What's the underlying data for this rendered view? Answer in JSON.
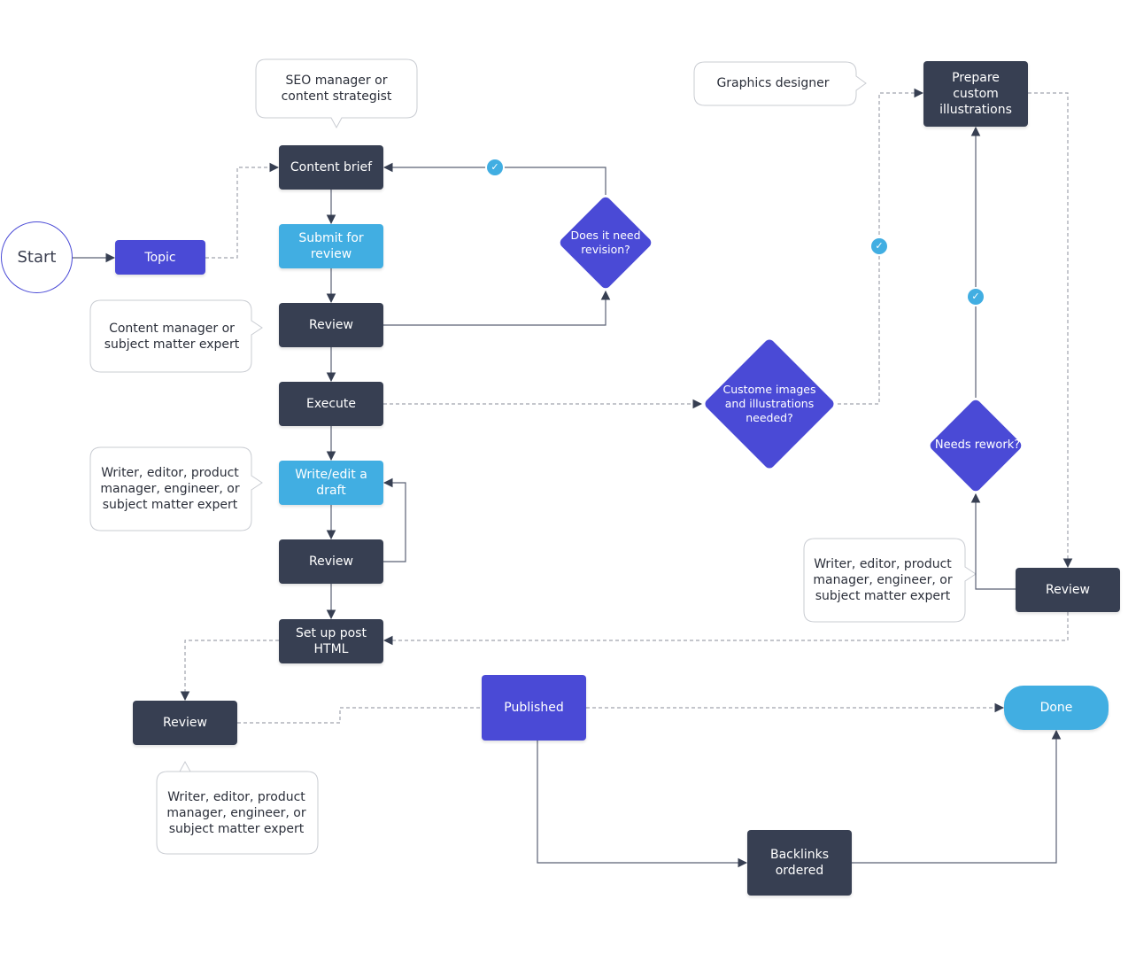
{
  "nodes": {
    "start": "Start",
    "topic": "Topic",
    "content_brief": "Content brief",
    "submit_for_review": "Submit for review",
    "review_1": "Review",
    "execute": "Execute",
    "write_edit_draft": "Write/edit a draft",
    "review_2": "Review",
    "set_up_post_html": "Set up post HTML",
    "review_3": "Review",
    "published": "Published",
    "done": "Done",
    "backlinks_ordered": "Backlinks ordered",
    "prepare_custom_illustrations": "Prepare custom illustrations",
    "review_4": "Review"
  },
  "decisions": {
    "needs_revision": "Does it need revision?",
    "custom_images_needed": "Custome images and illustrations needed?",
    "needs_rework": "Needs rework?"
  },
  "notes": {
    "seo_manager": "SEO manager or content strategist",
    "content_manager": "Content manager or subject matter expert",
    "writer_1": "Writer, editor, product manager, engineer, or subject matter expert",
    "writer_2": "Writer, editor, product manager, engineer, or subject matter expert",
    "writer_3": "Writer, editor, product manager, engineer, or subject matter expert",
    "graphics_designer": "Graphics designer"
  },
  "colors": {
    "dark": "#373f52",
    "light_blue": "#41aee2",
    "indigo": "#4a4ad6",
    "connector": "#5a6275",
    "dashed": "#a0a4ae"
  },
  "icons": [
    "check-icon",
    "arrowhead-icon"
  ]
}
